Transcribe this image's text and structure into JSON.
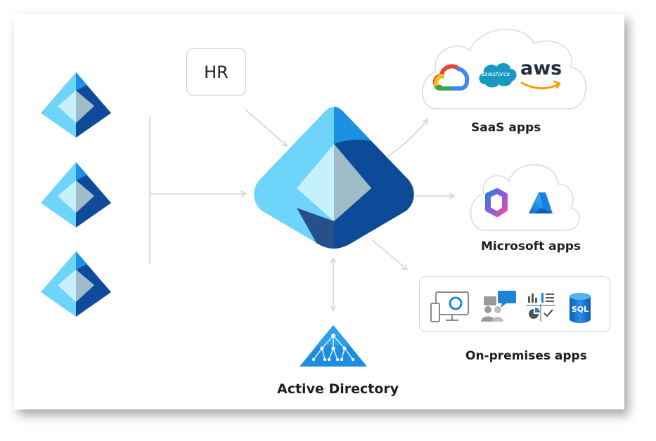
{
  "diagram": {
    "hr_label": "HR",
    "saas": {
      "label": "SaaS apps",
      "apps": [
        "google-cloud",
        "salesforce",
        "aws"
      ],
      "salesforce_text": "salesforce",
      "aws_text": "aws"
    },
    "microsoft": {
      "label": "Microsoft apps",
      "apps": [
        "microsoft-365",
        "azure"
      ]
    },
    "onprem": {
      "label": "On-premises apps",
      "apps": [
        "remote-desktop",
        "chat-users",
        "analytics-checklist",
        "sql-database"
      ],
      "sql_text": "SQL"
    },
    "active_directory": {
      "label": "Active Directory"
    },
    "tenants": [
      "entra-id-tenant-1",
      "entra-id-tenant-2",
      "entra-id-tenant-3"
    ],
    "central": "entra-id-central",
    "colors": {
      "light_blue": "#6fd4f9",
      "mid_blue": "#1c90e2",
      "dark_blue": "#0b4a9b",
      "navy": "#103e7e",
      "pale": "#c6f0fb",
      "grey_blue": "#9fbcc9",
      "arrow": "#d9d9d9"
    }
  }
}
